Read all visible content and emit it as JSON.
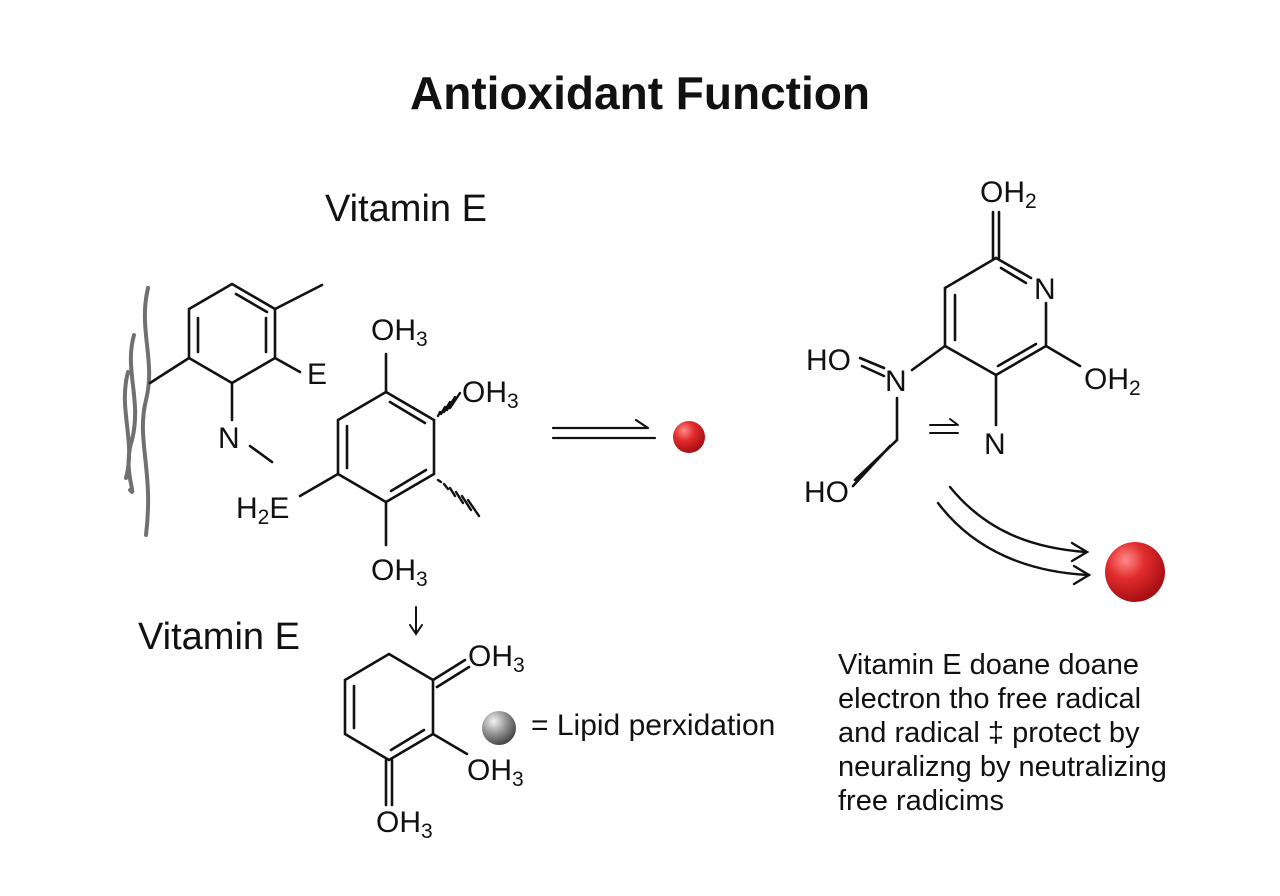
{
  "title": "Antioxidant Function",
  "labels": {
    "vitamin_e_top": "Vitamin E",
    "vitamin_e_bottom": "Vitamin E",
    "lipid_legend": "= Lipid perxidation"
  },
  "left_ring_atoms": {
    "e": "E",
    "n": "N"
  },
  "center_molecule": {
    "oh_top": {
      "main": "OH",
      "sub": "3"
    },
    "oh_right": {
      "main": "OH",
      "sub": "3"
    },
    "oh_bottom": {
      "main": "OH",
      "sub": "3"
    },
    "h2e": {
      "pre": "H",
      "sub": "2",
      "post": "E"
    }
  },
  "bottom_molecule": {
    "oh_top": {
      "main": "OH",
      "sub": "3"
    },
    "oh_right": {
      "main": "OH",
      "sub": "3"
    },
    "oh_bottom": {
      "main": "OH",
      "sub": "3"
    }
  },
  "right_molecule": {
    "oh_top": {
      "main": "OH",
      "sub": "2"
    },
    "oh_right": {
      "main": "OH",
      "sub": "2"
    },
    "n_ring": "N",
    "n_left": "N",
    "n_bottom": "N",
    "ho_top": "HO",
    "ho_bottom": "HO"
  },
  "description_lines": [
    "Vitamin E doane doane",
    "electron tho free radical",
    "and radical ‡ protect by",
    "neuralizng by neutralizing",
    "free radicims"
  ],
  "colors": {
    "free_radical": "#d8262c",
    "lipid_sphere": "#8a8a8a",
    "membrane": "#707070",
    "ink": "#111111"
  }
}
